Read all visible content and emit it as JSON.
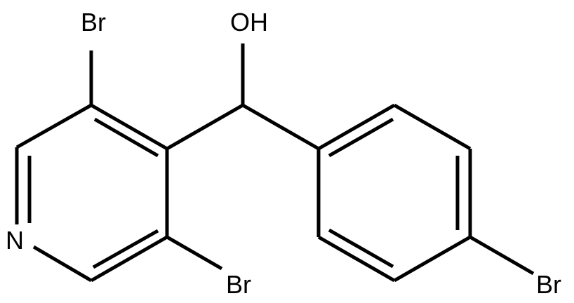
{
  "molecule": {
    "atom_labels": {
      "hydroxyl": "OH",
      "bromine_top": "Br",
      "bromine_bottom": "Br",
      "bromine_right": "Br",
      "pyridine_nitrogen": "N"
    },
    "colors": {
      "bond": "#000000",
      "label": "#000000",
      "background": "#ffffff"
    }
  }
}
